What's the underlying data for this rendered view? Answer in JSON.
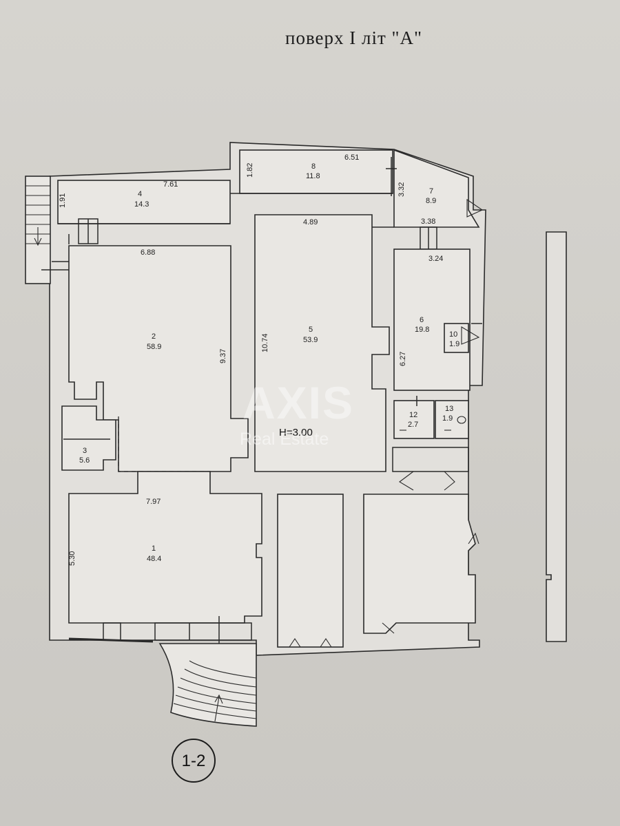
{
  "title": "поверх  I  літ \"А\"",
  "sheet_number": "1-2",
  "ceiling_height": "H=3.00",
  "watermark": {
    "brand": "AXIS",
    "subtitle": "Real Estate"
  },
  "rooms": [
    {
      "id": "1",
      "area": "48.4"
    },
    {
      "id": "2",
      "area": "58.9"
    },
    {
      "id": "3",
      "area": "5.6"
    },
    {
      "id": "4",
      "area": "14.3"
    },
    {
      "id": "5",
      "area": "53.9"
    },
    {
      "id": "6",
      "area": "19.8"
    },
    {
      "id": "7",
      "area": "8.9"
    },
    {
      "id": "8",
      "area": "11.8"
    },
    {
      "id": "10",
      "area": "1.9"
    },
    {
      "id": "12",
      "area": "2.7"
    },
    {
      "id": "13",
      "area": "1.9"
    }
  ],
  "dimensions": {
    "d_761": "7.61",
    "d_191": "1.91",
    "d_182": "1.82",
    "d_651": "6.51",
    "d_332": "3.32",
    "d_338": "3.38",
    "d_489": "4.89",
    "d_688": "6.88",
    "d_324": "3.24",
    "d_937": "9.37",
    "d_1074": "10.74",
    "d_627": "6.27",
    "d_797": "7.97",
    "d_530": "5.30"
  }
}
